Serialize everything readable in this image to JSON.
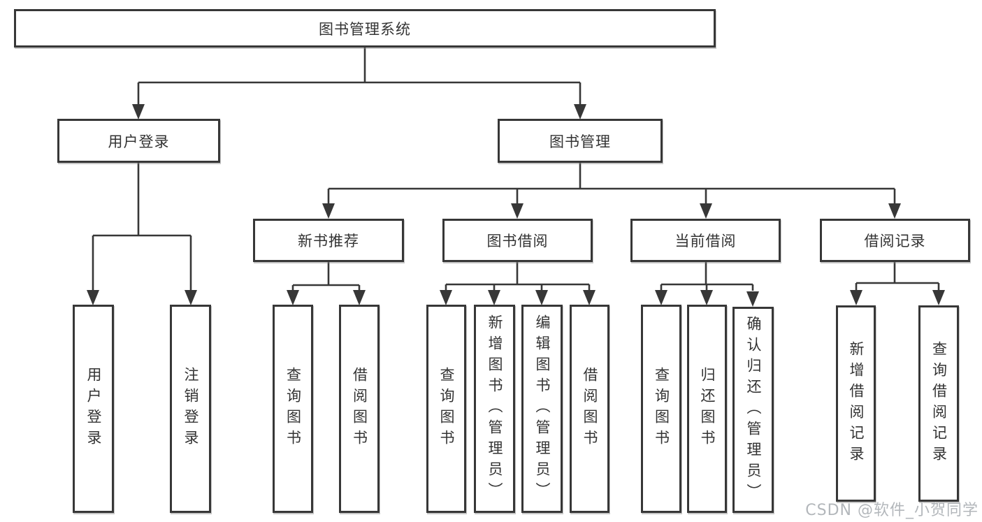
{
  "diagram": {
    "root": {
      "label": "图书管理系统"
    },
    "level2": [
      {
        "id": "user-login",
        "label": "用户登录"
      },
      {
        "id": "book-management",
        "label": "图书管理"
      }
    ],
    "level3": [
      {
        "id": "new-book-recommend",
        "label": "新书推荐"
      },
      {
        "id": "book-borrow",
        "label": "图书借阅"
      },
      {
        "id": "current-borrow",
        "label": "当前借阅"
      },
      {
        "id": "borrow-records",
        "label": "借阅记录"
      }
    ],
    "leaves": {
      "user_login": [
        "用户登录",
        "注销登录"
      ],
      "new_book_recommend": [
        "查询图书",
        "借阅图书"
      ],
      "book_borrow": [
        "查询图书",
        "新增图书（管理员）",
        "编辑图书（管理员）",
        "借阅图书"
      ],
      "current_borrow": [
        "查询图书",
        "归还图书",
        "确认归还（管理员）"
      ],
      "borrow_records": [
        "新增借阅记录",
        "查询借阅记录"
      ]
    }
  },
  "watermark": {
    "text": "CSDN @软件_小贺同学"
  },
  "colors": {
    "line": "#373737",
    "text": "#333333",
    "background": "#ffffff",
    "box_fill": "#ffffff",
    "watermark": "#b3b7bb"
  }
}
